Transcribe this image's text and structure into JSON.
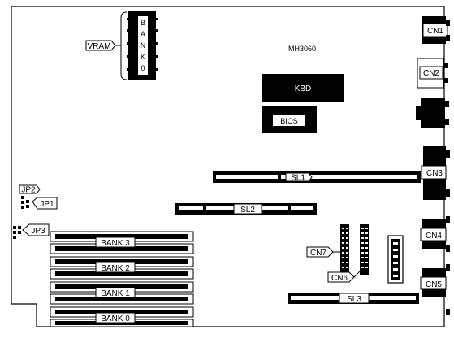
{
  "board": {
    "model": "MH3060",
    "vram_label": "VRAM",
    "vram_bank_letters": [
      "B",
      "A",
      "N",
      "K",
      "0"
    ],
    "kbd_label": "KBD",
    "bios_label": "BIOS",
    "slots": {
      "sl1": "SL1",
      "sl2": "SL2",
      "sl3": "SL3"
    },
    "connectors": {
      "cn1": "CN1",
      "cn2": "CN2",
      "cn3": "CN3",
      "cn4": "CN4",
      "cn5": "CN5",
      "cn6": "CN6",
      "cn7": "CN7"
    },
    "jumpers": {
      "jp1": "JP1",
      "jp2": "JP2",
      "jp3": "JP3"
    },
    "memory_banks": [
      "BANK 3",
      "BANK 2",
      "BANK 1",
      "BANK 0"
    ]
  }
}
